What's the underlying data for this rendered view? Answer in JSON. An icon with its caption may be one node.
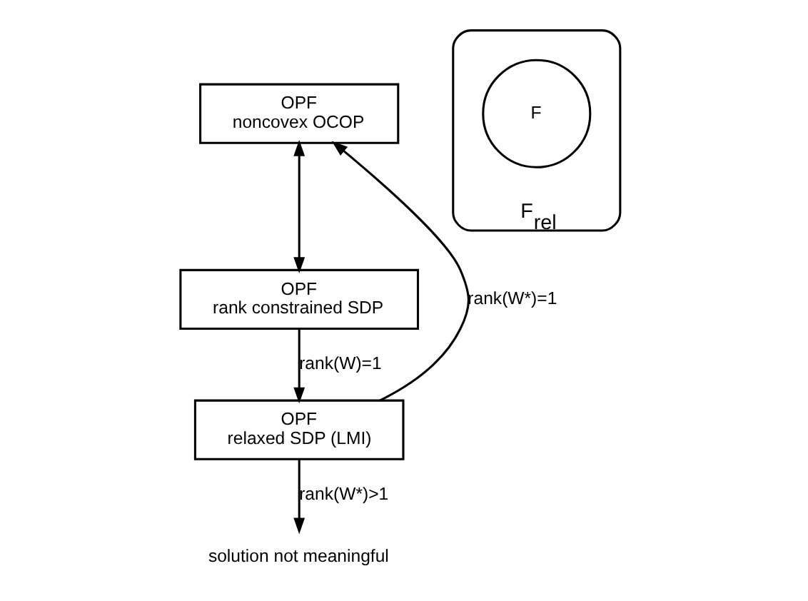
{
  "diagram": {
    "nodes": [
      {
        "text": [
          "OPF",
          "noncovex OCOP"
        ]
      },
      {
        "text": [
          "OPF",
          "rank constrained SDP"
        ]
      },
      {
        "text": [
          "OPF",
          "relaxed SDP (LMI)"
        ]
      },
      {
        "text": [
          "solution not meaningful"
        ]
      },
      {
        "text": [
          "F$_{rel}$"
        ]
      },
      {
        "text": [
          "F"
        ],
        "in": 4
      }
    ],
    "edges": [
      {
        "from": 0,
        "to": 1,
        "arrow": "both"
      },
      {
        "from": 1,
        "to": 2,
        "arrow": "to",
        "label": "rank(W)=1"
      },
      {
        "from": 2,
        "to": 0,
        "arrow": "to",
        "label": "rank(W*)=1"
      },
      {
        "from": 2,
        "to": 3,
        "arrow": "to",
        "label": "rank(W*)>1"
      }
    ]
  }
}
